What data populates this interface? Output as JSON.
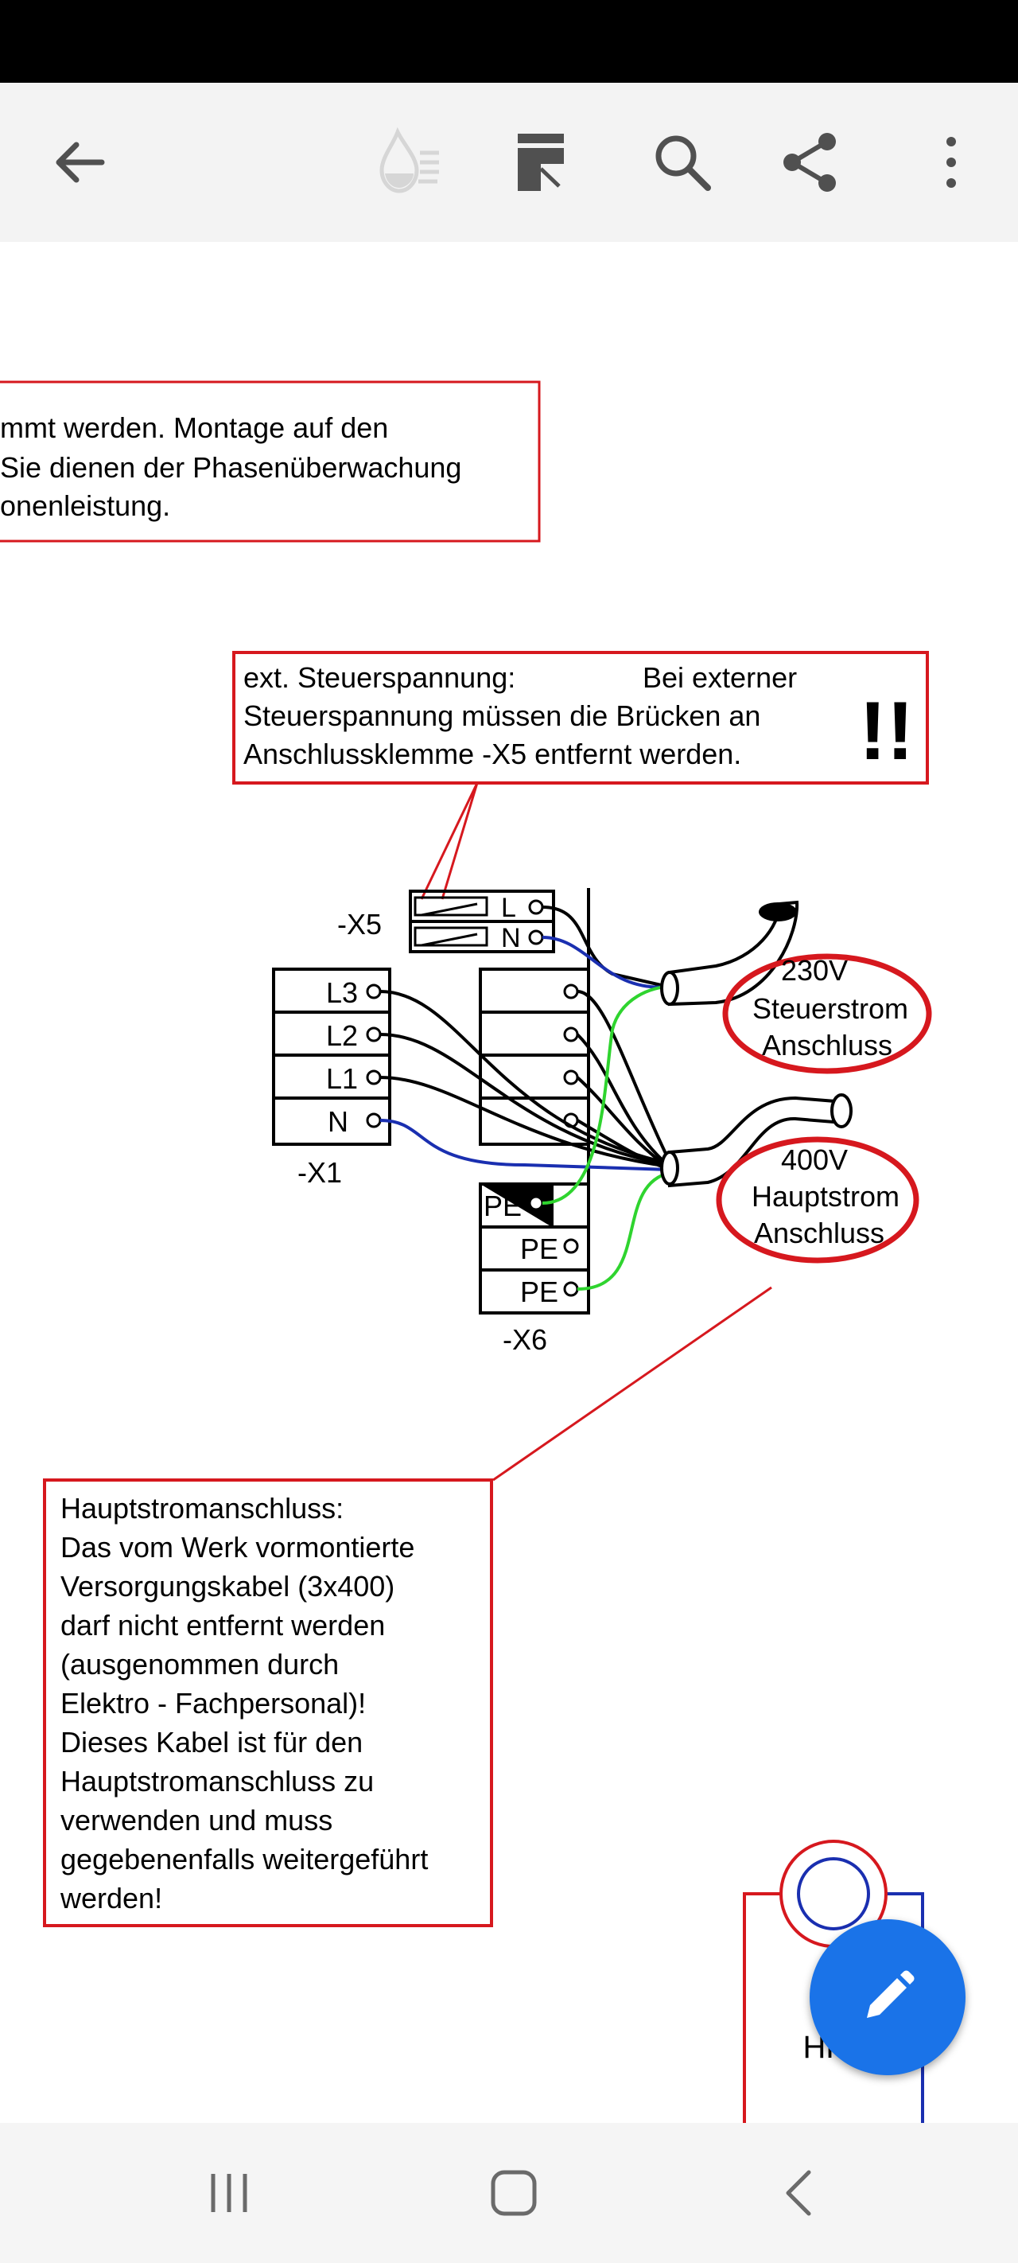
{
  "toolbar": {
    "icons": [
      "back-arrow-icon",
      "ink-drop-icon",
      "page-layout-icon",
      "search-icon",
      "share-icon",
      "more-vert-icon"
    ]
  },
  "document": {
    "top_box": {
      "line1": "mmt werden. Montage auf den",
      "line2": " Sie dienen der Phasenüberwachung",
      "line3": "onenleistung."
    },
    "ext_box": {
      "line1a": "ext. Steuerspannung:",
      "line1b": "Bei externer",
      "line2": "Steuerspannung müssen die Brücken an",
      "line3": "Anschlussklemme -X5  entfernt  werden.",
      "warning": "!!"
    },
    "terminals": {
      "x5_label": "-X5",
      "x5": [
        "L",
        "N"
      ],
      "x1_label": "-X1",
      "x1": [
        "L3",
        "L2",
        "L1",
        "N"
      ],
      "x6_label": "-X6",
      "x6": [
        "PE",
        "PE",
        "PE"
      ]
    },
    "control_supply": {
      "line1": "230V",
      "line2": "Steuerstrom",
      "line3": "Anschluss"
    },
    "main_supply": {
      "line1": "400V",
      "line2": "Hauptstrom",
      "line3": "Anschluss"
    },
    "main_box": {
      "lines": [
        "Hauptstromanschluss:",
        "Das vom Werk vormontierte",
        "Versorgungskabel (3x400)",
        "darf nicht entfernt werden",
        "(ausgenommen durch",
        "Elektro - Fachpersonal)!",
        "Dieses Kabel ist für den",
        "Hauptstromanschluss zu",
        "verwenden und muss",
        "gegebenenfalls weitergeführt",
        "werden!"
      ]
    },
    "hk_label": "HK 1"
  },
  "fab": {
    "icon": "edit-pencil-icon"
  },
  "navbar": {
    "icons": [
      "recent-apps-icon",
      "home-icon",
      "back-icon"
    ]
  },
  "colors": {
    "accent": "#1a73e8",
    "box_border": "#d6181e",
    "wire_blue": "#1a2fb0",
    "wire_green": "#2fd42f"
  }
}
